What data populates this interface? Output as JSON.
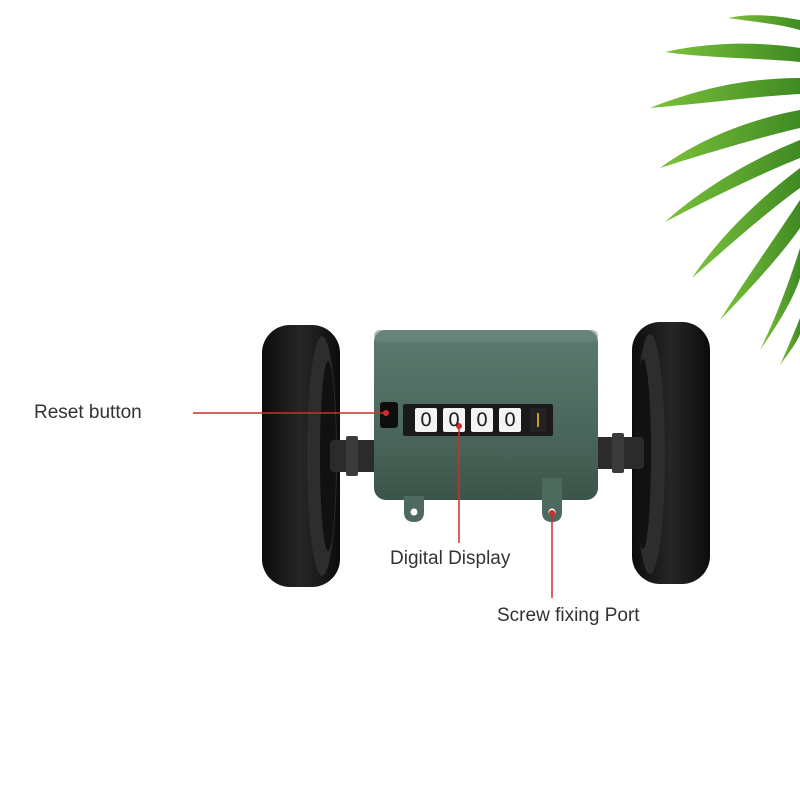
{
  "labels": {
    "reset": "Reset button",
    "display": "Digital Display",
    "screw": "Screw fixing Port"
  },
  "counter": {
    "digits": [
      "0",
      "0",
      "0",
      "0"
    ],
    "body_color": "#4e6a5f",
    "wheel_color": "#161616",
    "callout_color": "#d42a2a",
    "leaf_color": "#4f9a2a"
  }
}
